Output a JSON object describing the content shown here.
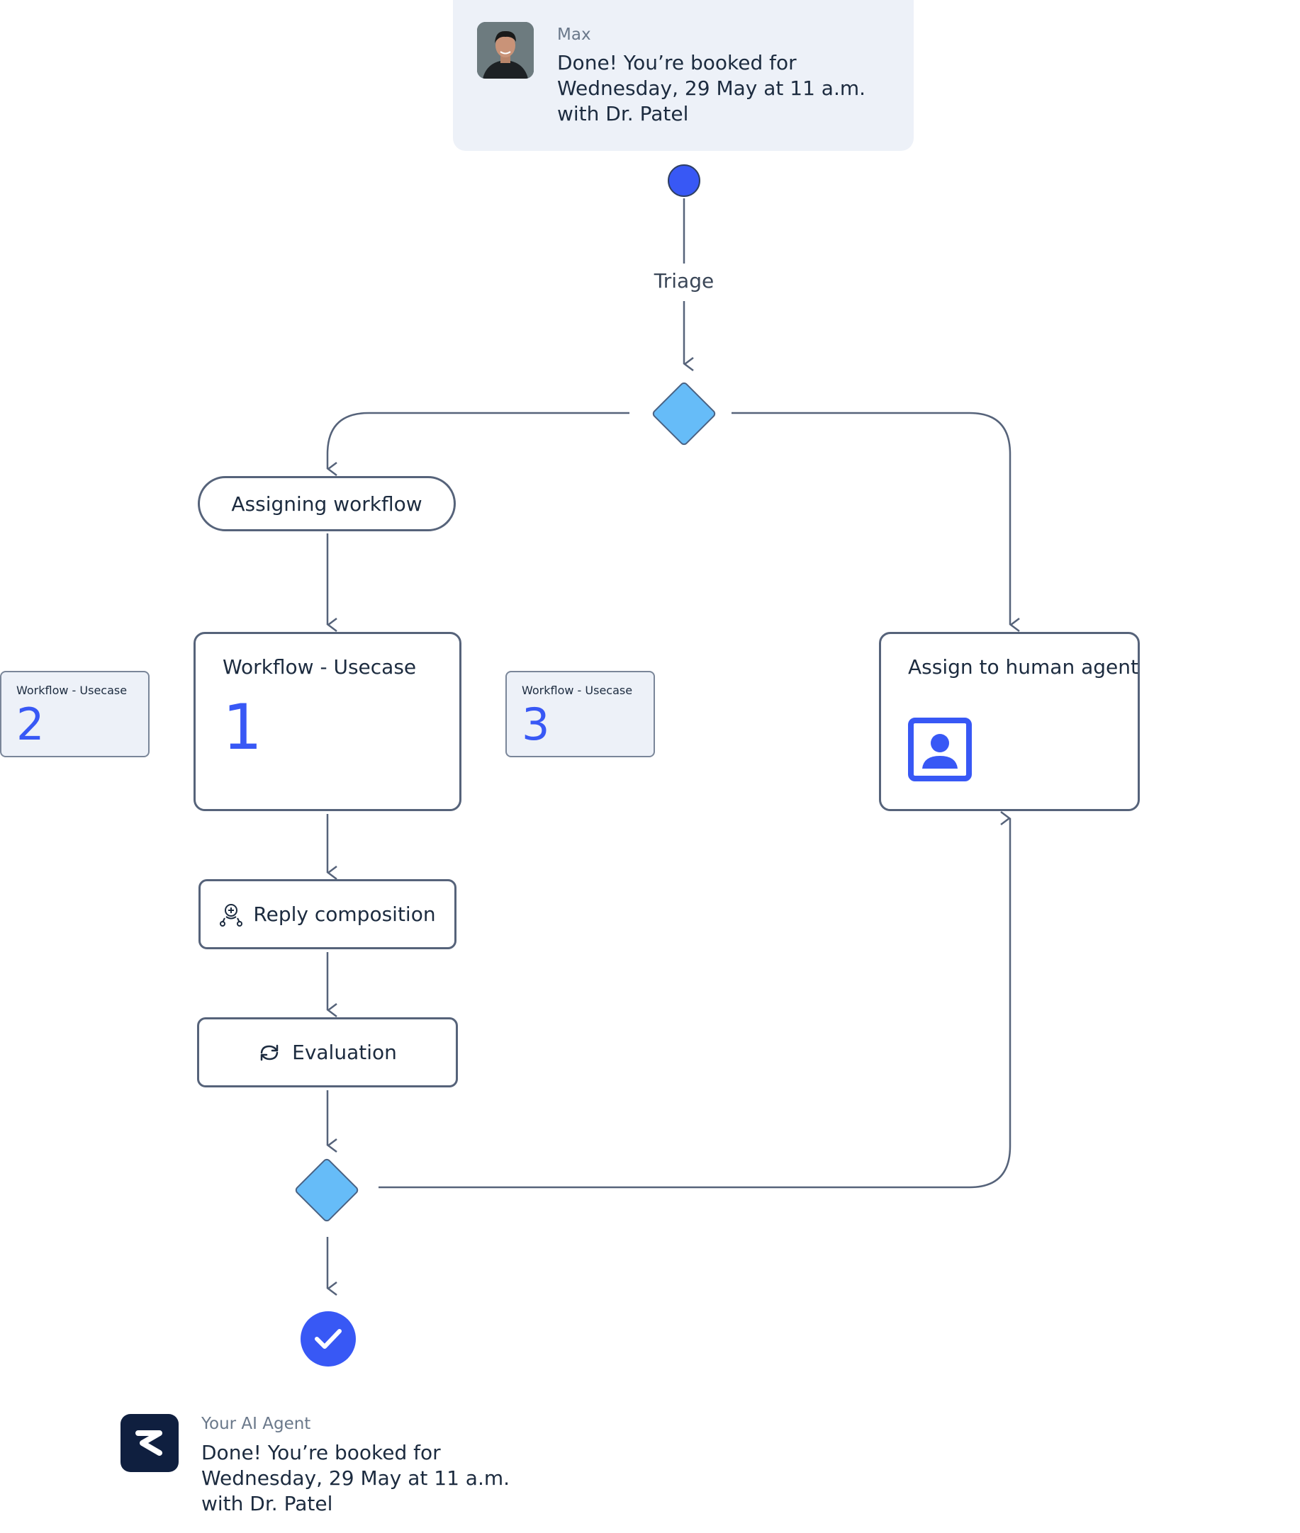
{
  "user_message": {
    "sender": "Max",
    "text": "Done! You’re booked for Wednesday, 29 May at 11 a.m. with Dr. Patel",
    "avatar_icon": "user-photo"
  },
  "flow": {
    "triage_label": "Triage",
    "assigning_label": "Assigning workflow",
    "workflow_main": {
      "title": "Workflow - Usecase",
      "number": "1"
    },
    "workflow_alt": [
      {
        "title": "Workflow - Usecase",
        "number": "2"
      },
      {
        "title": "Workflow - Usecase",
        "number": "3"
      }
    ],
    "human_agent": {
      "title": "Assign to human agent",
      "icon": "person-badge-icon"
    },
    "reply_label": "Reply composition",
    "evaluation_label": "Evaluation"
  },
  "agent_message": {
    "sender": "Your AI Agent",
    "text": "Done! You’re booked for Wednesday, 29 May at 11 a.m. with Dr. Patel",
    "logo_icon": "agent-logo"
  },
  "colors": {
    "accent": "#3858f5",
    "diamond": "#66bcf8",
    "line": "#56637a",
    "bubble": "#edf1f8"
  }
}
